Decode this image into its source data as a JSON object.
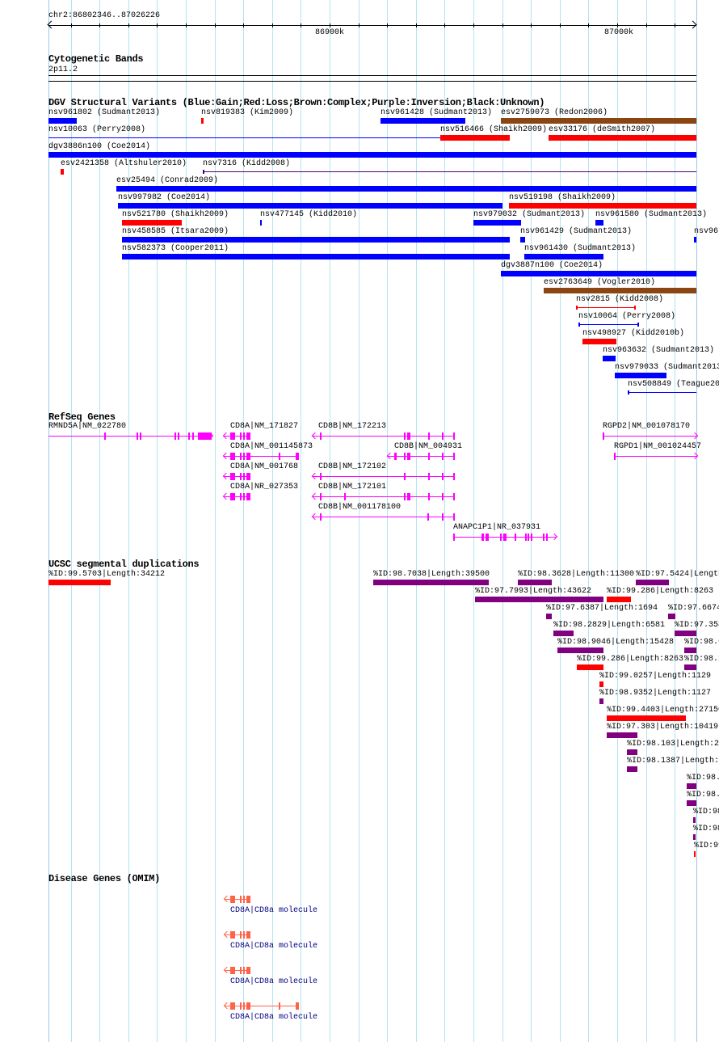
{
  "ruler": {
    "position": "chr2:86802346..87026226",
    "tick_labels": [
      "86900k",
      "87000k"
    ]
  },
  "colors": {
    "gain": "#0000ff",
    "loss": "#ff0000",
    "complex": "#8b4513",
    "inversion": "#4b0082",
    "gene": "#ff00ff",
    "segdup_purple": "#800080",
    "segdup_red": "#ff0000",
    "omim": "#ff6347",
    "omim_label": "#000080",
    "grid": "#b0e6ee"
  },
  "cytobands": {
    "title": "Cytogenetic Bands",
    "band": "2p11.2"
  },
  "dgv": {
    "title": "DGV Structural Variants (Blue:Gain;Red:Loss;Brown:Complex;Purple:Inversion;Black:Unknown)",
    "features": [
      {
        "label": "nsv961802 (Sudmant2013)",
        "type": "gain"
      },
      {
        "label": "nsv819383 (Kim2009)",
        "type": "loss"
      },
      {
        "label": "nsv961428 (Sudmant2013)",
        "type": "gain"
      },
      {
        "label": "esv2759073 (Redon2006)",
        "type": "complex"
      },
      {
        "label": "nsv10063 (Perry2008)",
        "type": "gain"
      },
      {
        "label": "nsv516466 (Shaikh2009)",
        "type": "loss"
      },
      {
        "label": "esv33176 (deSmith2007)",
        "type": "loss"
      },
      {
        "label": "dgv3886n100 (Coe2014)",
        "type": "gain"
      },
      {
        "label": "esv2421358 (Altshuler2010)",
        "type": "loss"
      },
      {
        "label": "nsv7316 (Kidd2008)",
        "type": "inversion"
      },
      {
        "label": "esv25494 (Conrad2009)",
        "type": "gain"
      },
      {
        "label": "nsv997982 (Coe2014)",
        "type": "gain"
      },
      {
        "label": "nsv519198 (Shaikh2009)",
        "type": "loss"
      },
      {
        "label": "nsv521780 (Shaikh2009)",
        "type": "loss"
      },
      {
        "label": "nsv477145 (Kidd2010)",
        "type": "gain"
      },
      {
        "label": "nsv979032 (Sudmant2013)",
        "type": "gain"
      },
      {
        "label": "nsv961580 (Sudmant2013)",
        "type": "gain"
      },
      {
        "label": "nsv458585 (Itsara2009)",
        "type": "gain"
      },
      {
        "label": "nsv961429 (Sudmant2013)",
        "type": "gain"
      },
      {
        "label": "nsv96",
        "type": "gain"
      },
      {
        "label": "nsv582373 (Cooper2011)",
        "type": "gain"
      },
      {
        "label": "nsv961430 (Sudmant2013)",
        "type": "gain"
      },
      {
        "label": "dgv3887n100 (Coe2014)",
        "type": "gain"
      },
      {
        "label": "esv2763649 (Vogler2010)",
        "type": "complex"
      },
      {
        "label": "nsv2815 (Kidd2008)",
        "type": "loss"
      },
      {
        "label": "nsv10064 (Perry2008)",
        "type": "gain"
      },
      {
        "label": "nsv498927 (Kidd2010b)",
        "type": "loss"
      },
      {
        "label": "nsv963632 (Sudmant2013)",
        "type": "gain"
      },
      {
        "label": "nsv979033 (Sudmant2013",
        "type": "gain"
      },
      {
        "label": "nsv508849 (Teague20",
        "type": "gain"
      }
    ]
  },
  "refseq": {
    "title": "RefSeq Genes",
    "genes": [
      {
        "label": "RMND5A|NM_022780",
        "strand": "+"
      },
      {
        "label": "CD8A|NM_171827",
        "strand": "-"
      },
      {
        "label": "CD8B|NM_172213",
        "strand": "-"
      },
      {
        "label": "CD8A|NM_001145873",
        "strand": "-"
      },
      {
        "label": "CD8B|NM_004931",
        "strand": "-"
      },
      {
        "label": "CD8A|NM_001768",
        "strand": "-"
      },
      {
        "label": "CD8B|NM_172102",
        "strand": "-"
      },
      {
        "label": "CD8A|NR_027353",
        "strand": "-"
      },
      {
        "label": "CD8B|NM_172101",
        "strand": "-"
      },
      {
        "label": "CD8B|NM_001178100",
        "strand": "-"
      },
      {
        "label": "ANAPC1P1|NR_037931",
        "strand": "+"
      },
      {
        "label": "RGPD2|NM_001078170",
        "strand": "+"
      },
      {
        "label": "RGPD1|NM_001024457",
        "strand": "+"
      }
    ]
  },
  "segdups": {
    "title": "UCSC segmental duplications",
    "features": [
      {
        "label": "%ID:99.5703|Length:34212",
        "color": "red"
      },
      {
        "label": "%ID:98.7038|Length:39500",
        "color": "purple"
      },
      {
        "label": "%ID:98.3628|Length:11300",
        "color": "purple"
      },
      {
        "label": "%ID:97.5424|Length",
        "color": "purple"
      },
      {
        "label": "%ID:97.7993|Length:43622",
        "color": "purple"
      },
      {
        "label": "%ID:99.286|Length:8263",
        "color": "red"
      },
      {
        "label": "%ID:97.6387|Length:1694",
        "color": "purple"
      },
      {
        "label": "%ID:97.6674",
        "color": "purple"
      },
      {
        "label": "%ID:98.2829|Length:6581",
        "color": "purple"
      },
      {
        "label": "%ID:97.358",
        "color": "purple"
      },
      {
        "label": "%ID:98.9046|Length:15428",
        "color": "purple"
      },
      {
        "label": "%ID:98.6",
        "color": "purple"
      },
      {
        "label": "%ID:99.286|Length:8263",
        "color": "red"
      },
      {
        "label": "%ID:98.1",
        "color": "purple"
      },
      {
        "label": "%ID:99.0257|Length:1129",
        "color": "red"
      },
      {
        "label": "%ID:98.9352|Length:1127",
        "color": "purple"
      },
      {
        "label": "%ID:99.4403|Length:27150",
        "color": "red"
      },
      {
        "label": "%ID:97.303|Length:10419",
        "color": "purple"
      },
      {
        "label": "%ID:98.103|Length:2",
        "color": "purple"
      },
      {
        "label": "%ID:98.1387|Length:",
        "color": "purple"
      },
      {
        "label": "%ID:98.",
        "color": "purple"
      },
      {
        "label": "%ID:98.",
        "color": "purple"
      },
      {
        "label": "%ID:98",
        "color": "purple"
      },
      {
        "label": "%ID:98",
        "color": "purple"
      },
      {
        "label": "%ID:99",
        "color": "red"
      }
    ]
  },
  "omim": {
    "title": "Disease Genes (OMIM)",
    "genes": [
      {
        "label": "CD8A|CD8a molecule"
      },
      {
        "label": "CD8A|CD8a molecule"
      },
      {
        "label": "CD8A|CD8a molecule"
      },
      {
        "label": "CD8A|CD8a molecule"
      }
    ]
  }
}
